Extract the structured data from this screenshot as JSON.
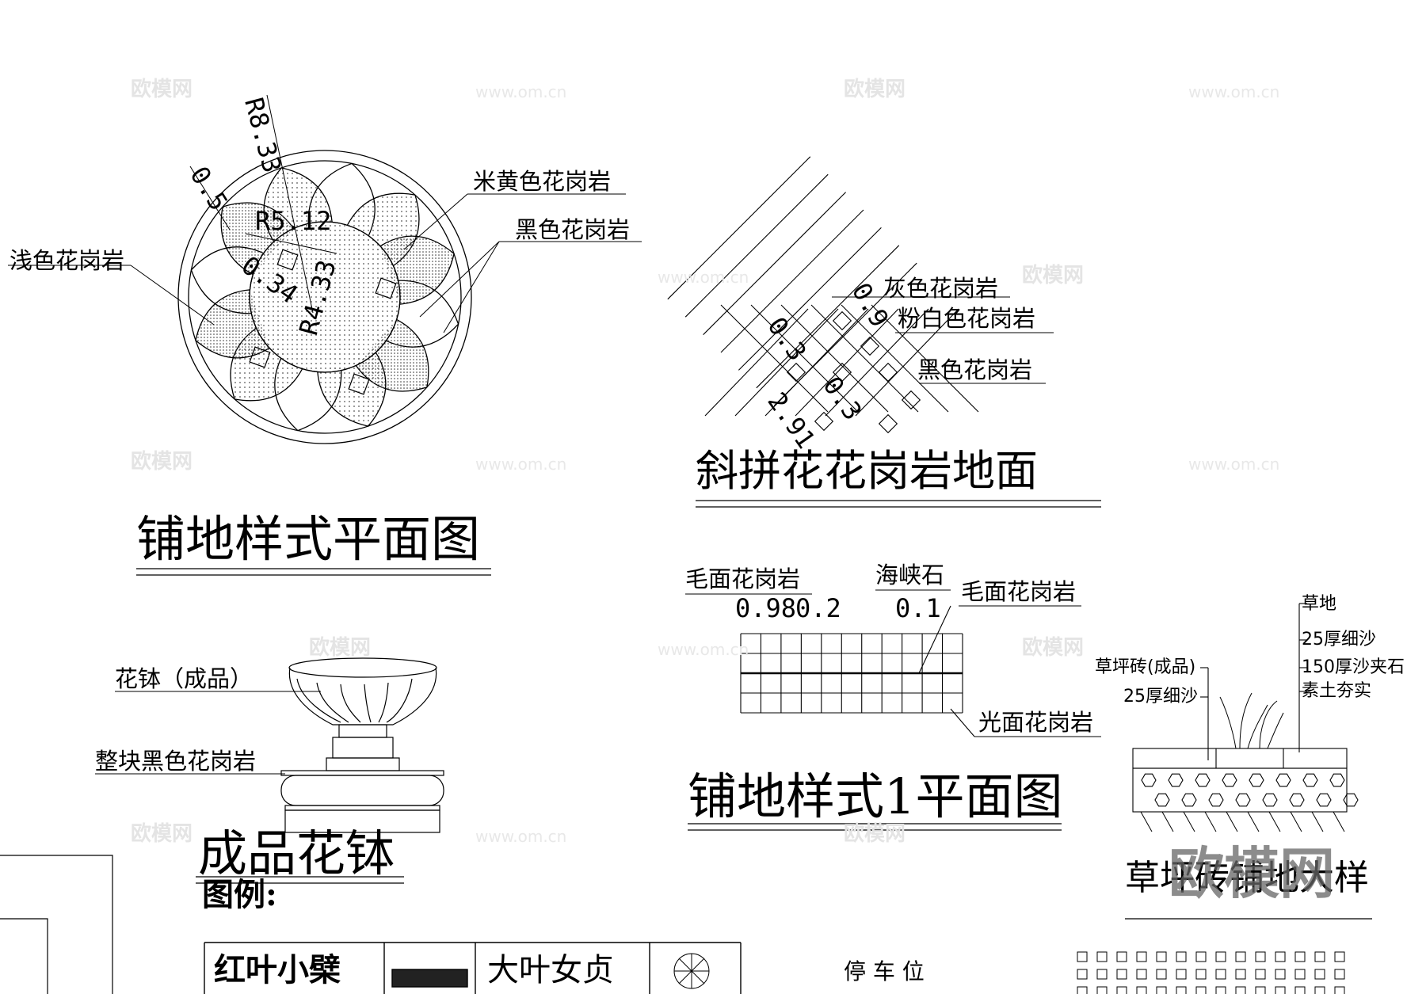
{
  "watermarks": {
    "cn": "欧模网",
    "url": "www.om.cn"
  },
  "logo": "欧模网",
  "plan1": {
    "title": "铺地样式平面图",
    "labels": {
      "light": "浅色花岗岩",
      "beige": "米黄色花岗岩",
      "black": "黑色花岗岩"
    },
    "dims": {
      "r_outer": "R8.33",
      "gap": "0.5",
      "r_mid": "R5.12",
      "small": "0.34",
      "r_inner": "R4.33"
    }
  },
  "diagonal": {
    "title": "斜拼花花岗岩地面",
    "labels": {
      "grey": "灰色花岗岩",
      "pink": "粉白色花岗岩",
      "black": "黑色花岗岩"
    },
    "dims": {
      "a": "0.9",
      "b": "0.3",
      "c": "0.3",
      "d": "2.91"
    }
  },
  "plan2": {
    "title": "铺地样式1平面图",
    "labels": {
      "rough1": "毛面花岗岩",
      "strait": "海峡石",
      "rough2": "毛面花岗岩",
      "polished": "光面花岗岩"
    },
    "dims": {
      "a": "0.98",
      "b": "0.2",
      "c": "0.1"
    }
  },
  "pot": {
    "title": "成品花钵",
    "labels": {
      "pot": "花钵（成品）",
      "base": "整块黑色花岗岩"
    }
  },
  "grass": {
    "title": "草坪砖铺地大样",
    "labels": {
      "lawn": "草地",
      "sand25": "25厚细沙",
      "sand150": "150厚沙夹石",
      "soil": "素土夯实",
      "brick": "草坪砖(成品)",
      "sand25b": "25厚细沙"
    }
  },
  "legend": {
    "title": "图例:",
    "items": [
      "红叶小檗",
      "大叶女贞"
    ],
    "parking": "停 车 位"
  }
}
